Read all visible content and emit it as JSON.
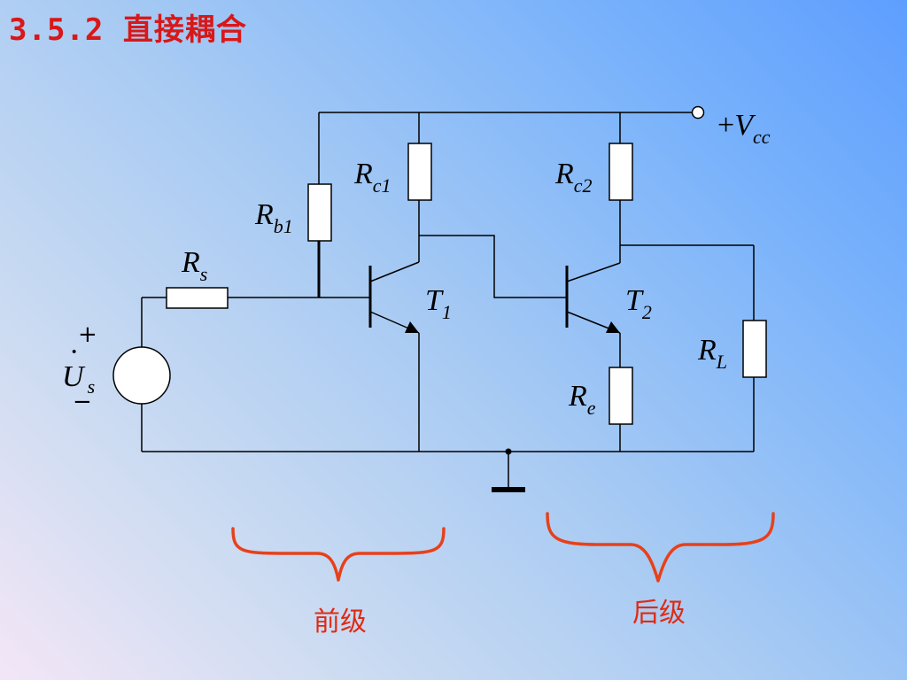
{
  "slide": {
    "title": "3.5.2 直接耦合"
  },
  "circuit": {
    "supply": {
      "sign": "+",
      "main": "V",
      "sub": "cc"
    },
    "source": {
      "plus": "+",
      "minus": "−",
      "main": "U",
      "dot": "·",
      "sub": "s"
    },
    "components": {
      "rs": {
        "main": "R",
        "sub": "s"
      },
      "rb1": {
        "main": "R",
        "sub": "b1"
      },
      "rc1": {
        "main": "R",
        "sub": "c1"
      },
      "rc2": {
        "main": "R",
        "sub": "c2"
      },
      "re": {
        "main": "R",
        "sub": "e"
      },
      "rl": {
        "main": "R",
        "sub": "L"
      },
      "t1": {
        "main": "T",
        "sub": "1"
      },
      "t2": {
        "main": "T",
        "sub": "2"
      }
    }
  },
  "stages": {
    "front": "前级",
    "rear": "后级"
  },
  "colors": {
    "title": "#d81818",
    "brace": "#e8401a",
    "stage_text": "#e02a12"
  }
}
